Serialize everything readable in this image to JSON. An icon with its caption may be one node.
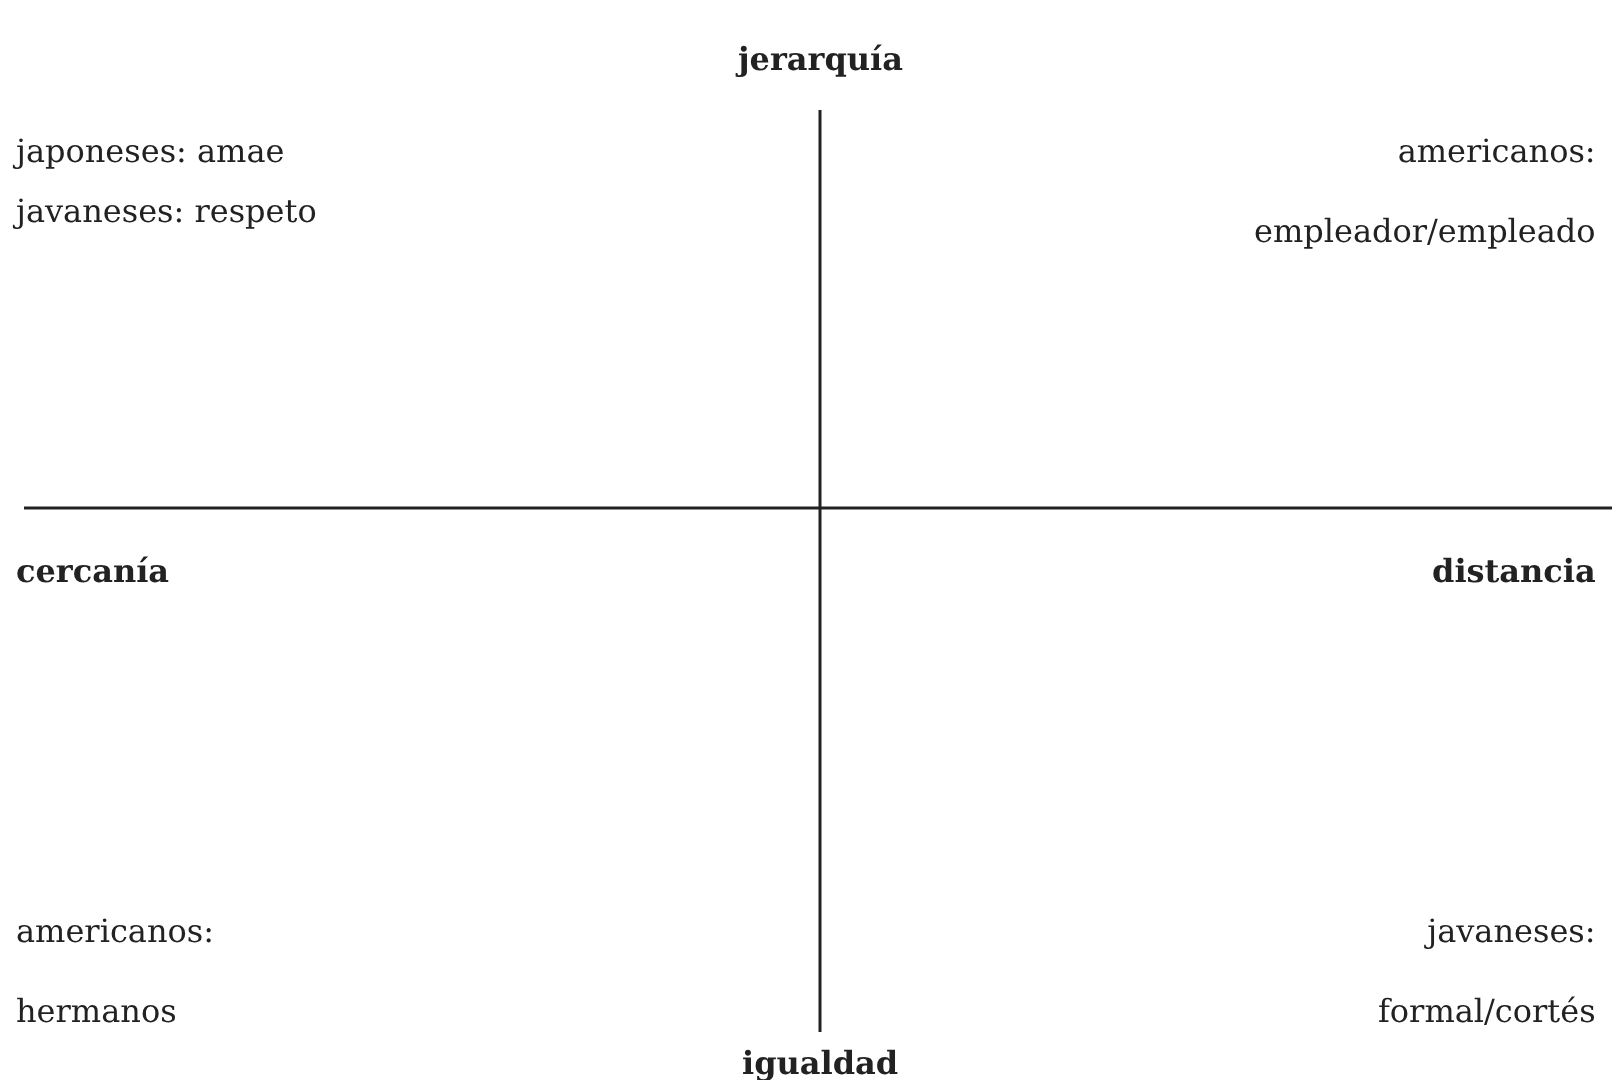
{
  "diagram": {
    "labels": [
      "jerarquía",
      "japoneses: amae",
      "javaneses: respeto",
      "americanos: empleador/empleado",
      "cercanía",
      "distancia",
      "americanos: hermanos",
      "javaneses: formal/cortés",
      "igualdad"
    ]
  }
}
